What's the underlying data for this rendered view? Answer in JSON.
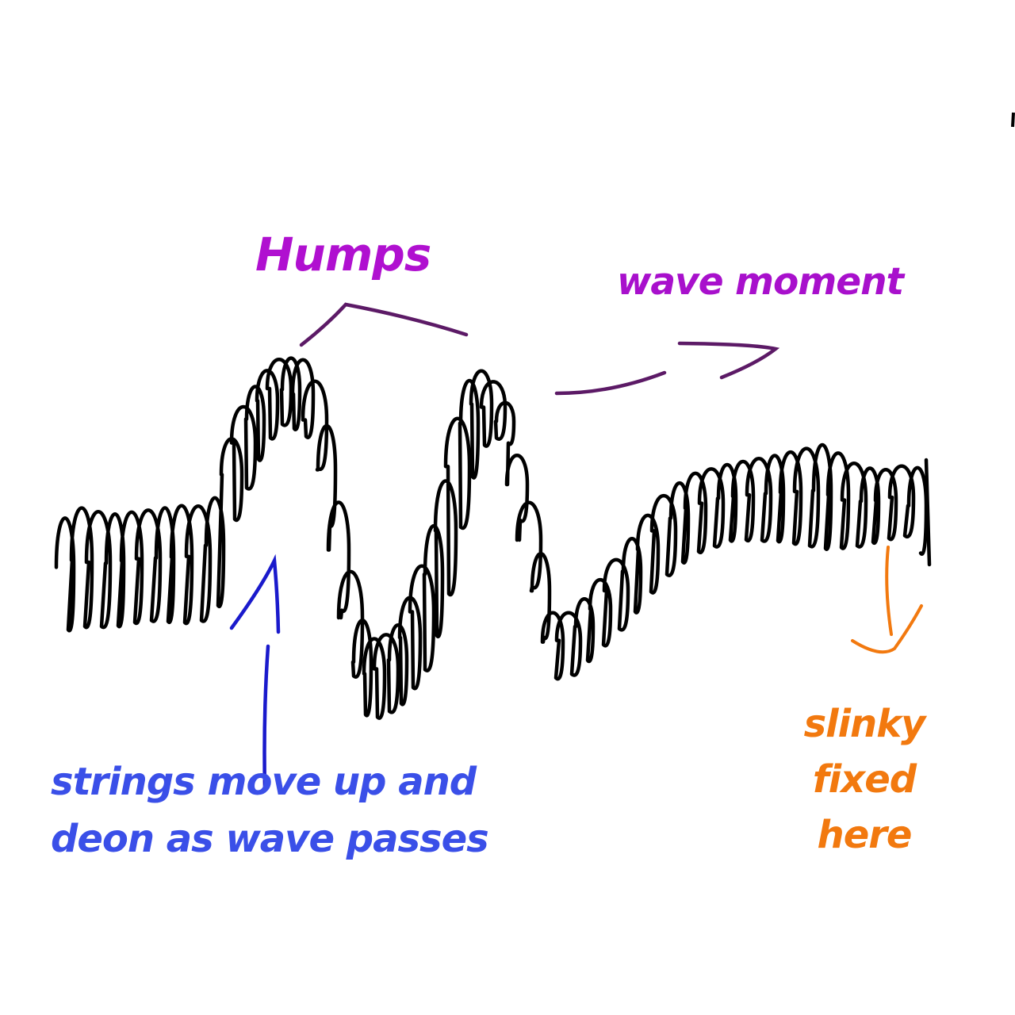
{
  "labels": {
    "humps": "Humps",
    "wave_moment": "wave moment",
    "strings": [
      "strings move up and",
      "deon as wave passes"
    ],
    "slinky": [
      "slinky",
      "fixed",
      "here"
    ]
  },
  "colors": {
    "background": "#ffffff",
    "slinky": "#000000",
    "humps": "#b010d0",
    "wave_moment": "#a810cc",
    "purple_stroke": "#5c1a66",
    "strings": "#3a4fe8",
    "blue_stroke": "#1a1acc",
    "slinky_note": "#f2790f"
  }
}
